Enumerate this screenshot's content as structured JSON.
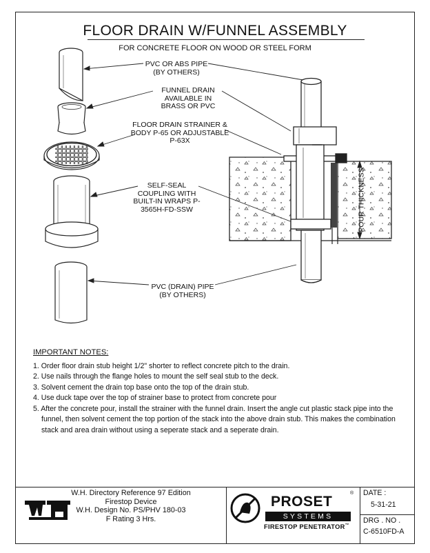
{
  "title": "FLOOR DRAIN W/FUNNEL ASSEMBLY",
  "subtitle": "FOR CONCRETE FLOOR ON WOOD OR STEEL FORM",
  "labels": {
    "pvc_pipe_top": "PVC OR ABS PIPE (BY OTHERS)",
    "funnel_drain": "FUNNEL DRAIN AVAILABLE IN BRASS OR PVC",
    "strainer": "FLOOR DRAIN STRAINER & BODY P-65 OR ADJUSTABLE P-63X",
    "coupling": "SELF-SEAL COUPLING WITH BUILT-IN WRAPS P-3565H-FD-SSW",
    "pvc_drain_pipe": "PVC (DRAIN) PIPE (BY OTHERS)",
    "pour_thickness": "POUR THICKNESS"
  },
  "notes": {
    "heading": "IMPORTANT NOTES:",
    "items": [
      "1. Order floor drain stub height 1/2\" shorter to reflect concrete pitch to the drain.",
      "2. Use nails through the flange holes to mount the self seal stub to the deck.",
      "3. Solvent cement the drain top base onto the top of the drain stub.",
      "4. Use duck tape over the top of strainer base to protect from concrete pour",
      "5. After the concrete pour, install the strainer with the funnel drain.  Insert the angle cut plastic stack pipe into the funnel, then solvent cement the top portion of the stack into the above drain stub.  This makes the combination stack and area drain without using a seperate stack and a seperate drain."
    ]
  },
  "title_block": {
    "reference_lines": [
      "W.H. Directory Reference 97 Edition",
      "Firestop Device",
      "W.H. Design No. PS/PHV 180-03",
      "F Rating 3 Hrs."
    ],
    "brand": "PROSET",
    "brand_sub": "SYSTEMS",
    "tagline": "FIRESTOP PENETRATOR",
    "registered_mark": "®",
    "trademark_mark": "™",
    "date_label": "DATE :",
    "date_value": "5-31-21",
    "drg_label": "DRG . NO .",
    "drg_value": "C-6510FD-A",
    "logo_text": "WH"
  }
}
